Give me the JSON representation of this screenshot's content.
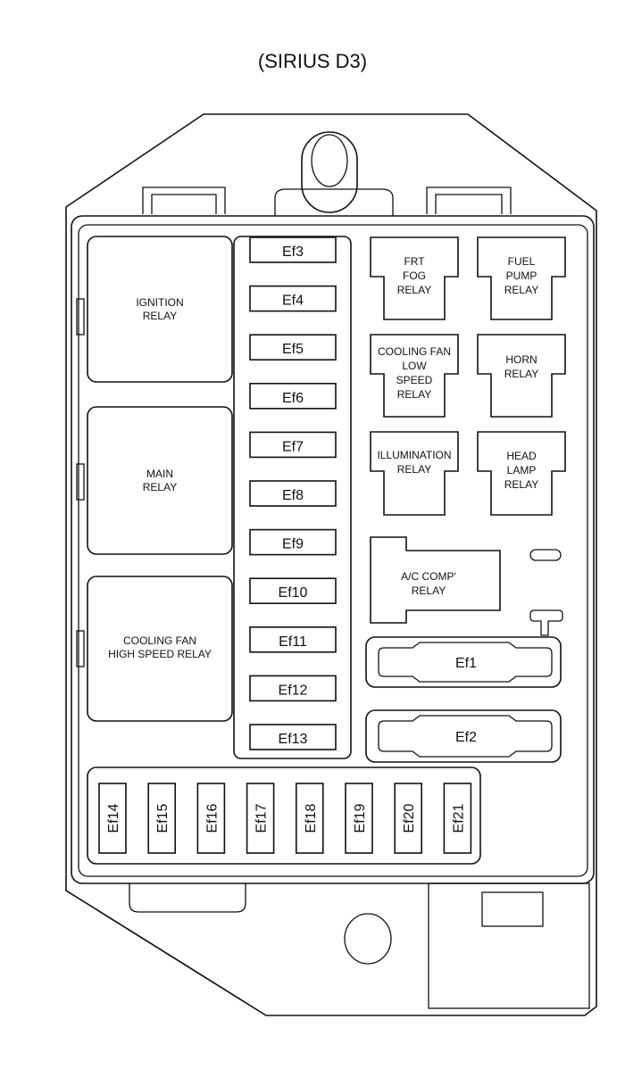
{
  "title": "(SIRIUS D3)",
  "relays": {
    "ignition": [
      "IGNITION",
      "RELAY"
    ],
    "main": [
      "MAIN",
      "RELAY"
    ],
    "cooling_high": [
      "COOLING FAN",
      "HIGH SPEED RELAY"
    ],
    "frt_fog": [
      "FRT",
      "FOG",
      "RELAY"
    ],
    "fuel_pump": [
      "FUEL",
      "PUMP",
      "RELAY"
    ],
    "cooling_low": [
      "COOLING FAN",
      "LOW",
      "SPEED",
      "RELAY"
    ],
    "horn": [
      "HORN",
      "RELAY"
    ],
    "illumination": [
      "ILLUMINATION",
      "RELAY"
    ],
    "head_lamp": [
      "HEAD",
      "LAMP",
      "RELAY"
    ],
    "ac_comp": [
      "A/C COMP'",
      "RELAY"
    ]
  },
  "fuses_column": [
    "Ef3",
    "Ef4",
    "Ef5",
    "Ef6",
    "Ef7",
    "Ef8",
    "Ef9",
    "Ef10",
    "Ef11",
    "Ef12",
    "Ef13"
  ],
  "fuses_bottom": [
    "Ef14",
    "Ef15",
    "Ef16",
    "Ef17",
    "Ef18",
    "Ef19",
    "Ef20",
    "Ef21"
  ],
  "fuses_large": [
    "Ef1",
    "Ef2"
  ]
}
